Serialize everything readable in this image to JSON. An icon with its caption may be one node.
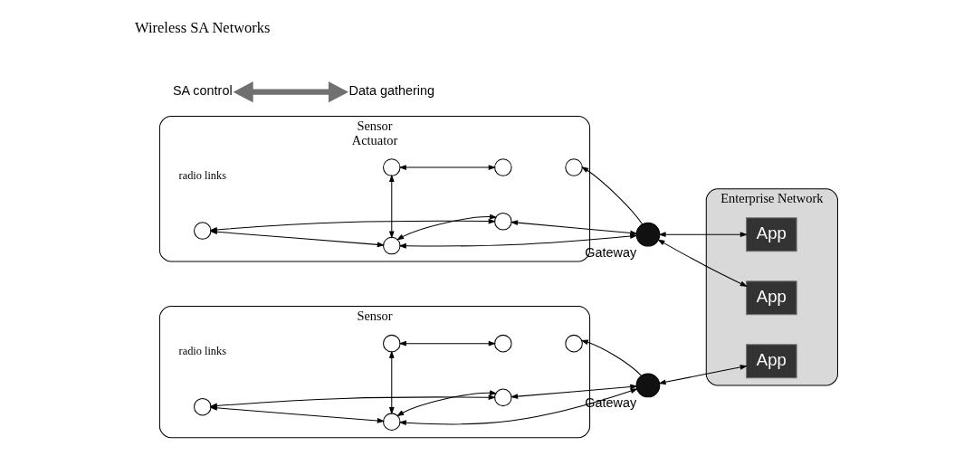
{
  "diagram": {
    "nodes": [
      {
        "text": [
          "Sensor",
          "Actuator"
        ]
      },
      {
        "text": [],
        "shape": "circle",
        "in": 0
      },
      {
        "text": [],
        "shape": "circle",
        "in": 0
      },
      {
        "text": [],
        "shape": "circle",
        "in": 0
      },
      {
        "text": [],
        "shape": "circle",
        "in": 0
      },
      {
        "text": [],
        "shape": "circle",
        "in": 0
      },
      {
        "text": [],
        "shape": "circle",
        "in": 0
      },
      {
        "text": [],
        "shape": "circle",
        "beside": [
          "Gateway"
        ]
      },
      {
        "text": [
          "Sensor"
        ]
      },
      {
        "text": [],
        "shape": "circle",
        "in": 8
      },
      {
        "text": [],
        "shape": "circle",
        "in": 8
      },
      {
        "text": [],
        "shape": "circle",
        "in": 8
      },
      {
        "text": [],
        "shape": "circle",
        "in": 8
      },
      {
        "text": [],
        "shape": "circle",
        "in": 8
      },
      {
        "text": [],
        "shape": "circle",
        "in": 8
      },
      {
        "text": [],
        "shape": "circle",
        "beside": [
          "Gateway"
        ]
      },
      {
        "text": [
          "Enterprise Network"
        ]
      },
      {
        "text": [
          "App"
        ],
        "in": 16
      },
      {
        "text": [
          "App"
        ],
        "in": 16
      },
      {
        "text": [
          "App"
        ],
        "in": 16
      },
      {
        "text": [
          "SA control"
        ]
      },
      {
        "text": [
          "Data gathering"
        ]
      }
    ],
    "edges": [
      {
        "from": 1,
        "to": 6,
        "arrow": "both"
      },
      {
        "from": 1,
        "to": 4,
        "arrow": "both"
      },
      {
        "from": 6,
        "to": 4,
        "arrow": "both"
      },
      {
        "from": 4,
        "to": 2,
        "arrow": "both"
      },
      {
        "from": 2,
        "to": 3,
        "arrow": "both"
      },
      {
        "from": 6,
        "to": 7,
        "arrow": "both"
      },
      {
        "from": 4,
        "to": 7,
        "arrow": "both"
      },
      {
        "from": 7,
        "to": 5,
        "arrow": "to"
      },
      {
        "from": 7,
        "to": 17,
        "arrow": "both"
      },
      {
        "from": 7,
        "to": 18,
        "arrow": "both"
      },
      {
        "from": 9,
        "to": 14,
        "arrow": "both"
      },
      {
        "from": 9,
        "to": 12,
        "arrow": "both"
      },
      {
        "from": 14,
        "to": 12,
        "arrow": "both"
      },
      {
        "from": 12,
        "to": 10,
        "arrow": "both"
      },
      {
        "from": 10,
        "to": 11,
        "arrow": "both"
      },
      {
        "from": 14,
        "to": 15,
        "arrow": "both"
      },
      {
        "from": 12,
        "to": 15,
        "arrow": "both"
      },
      {
        "from": 15,
        "to": 13,
        "arrow": "to"
      },
      {
        "from": 15,
        "to": 19,
        "arrow": "both"
      },
      {
        "from": 20,
        "to": 21,
        "arrow": "both",
        "style": "thick",
        "color": "#707070"
      }
    ],
    "labels": [
      "Wireless SA Networks",
      "radio links",
      "radio links"
    ]
  }
}
